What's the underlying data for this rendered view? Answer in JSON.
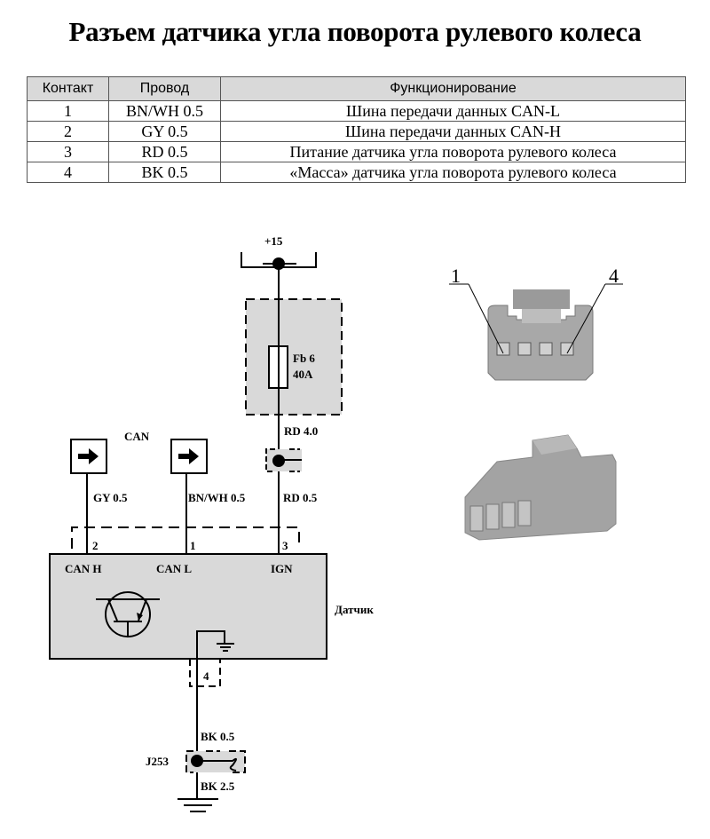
{
  "title": "Разъем датчика угла поворота рулевого колеса",
  "table": {
    "headers": [
      "Контакт",
      "Провод",
      "Функционирование"
    ],
    "rows": [
      {
        "pin": "1",
        "wire": "BN/WH 0.5",
        "function": "Шина передачи данных CAN-L"
      },
      {
        "pin": "2",
        "wire": "GY 0.5",
        "function": "Шина передачи данных CAN-H"
      },
      {
        "pin": "3",
        "wire": "RD 0.5",
        "function": "Питание датчика угла поворота рулевого колеса"
      },
      {
        "pin": "4",
        "wire": "BK 0.5",
        "function": "«Масса» датчика угла поворота рулевого колеса"
      }
    ]
  },
  "diagram": {
    "supply": "+15",
    "fuse": {
      "name": "Fb 6",
      "rating": "40A"
    },
    "can_label": "CAN",
    "wires": {
      "rd40": "RD 4.0",
      "gy05": "GY 0.5",
      "bnwh05": "BN/WH 0.5",
      "rd05": "RD 0.5",
      "bk05": "BK 0.5",
      "bk25": "BK 2.5"
    },
    "pins": {
      "p1": "1",
      "p2": "2",
      "p3": "3",
      "p4": "4"
    },
    "sensor": {
      "canh": "CAN H",
      "canl": "CAN L",
      "ign": "IGN",
      "name": "Датчик"
    },
    "ground_junction": "J253",
    "connector_pin_labels": {
      "first": "1",
      "last": "4"
    }
  }
}
